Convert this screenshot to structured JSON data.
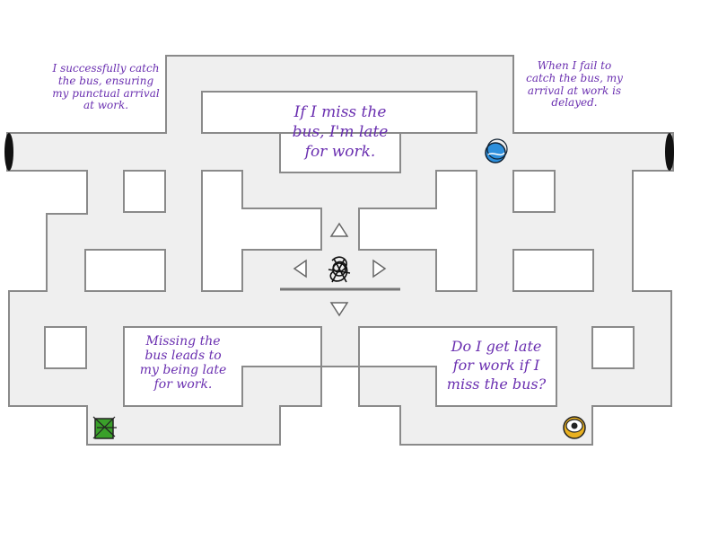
{
  "captions": {
    "top_left": "I successfully catch the bus, ensuring my punctual arrival at work.",
    "top_right": "When I fail to catch the bus, my arrival at work is delayed.",
    "center": "If I miss the bus, I'm late for work.",
    "bottom_left": "Missing the bus leads to my being late for work.",
    "bottom_right": "Do I get late for work if I miss the bus?"
  },
  "colors": {
    "caption": "#6a2fb0",
    "wall": "#8a8a8a",
    "floor": "#efefef",
    "blue_ghost": "#2d8fdc",
    "yellow_ghost": "#e8b020",
    "green_ghost": "#3aa02a"
  },
  "pieces": {
    "player": "black-scribble-player-icon",
    "blue": "blue-ghost-icon",
    "yellow": "yellow-ghost-icon",
    "green": "green-ghost-icon"
  }
}
